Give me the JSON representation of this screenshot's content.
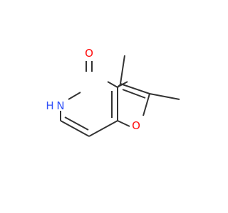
{
  "molecule": {
    "atoms": [
      {
        "id": "O1",
        "label": "O",
        "color": "#FF0D0D"
      },
      {
        "id": "N1",
        "label": "N",
        "color": "#3050F8"
      },
      {
        "id": "H1",
        "label": "H",
        "color": "#3050F8"
      },
      {
        "id": "O2",
        "label": "O",
        "color": "#FF0D0D"
      }
    ],
    "bond_color": "#333333"
  }
}
